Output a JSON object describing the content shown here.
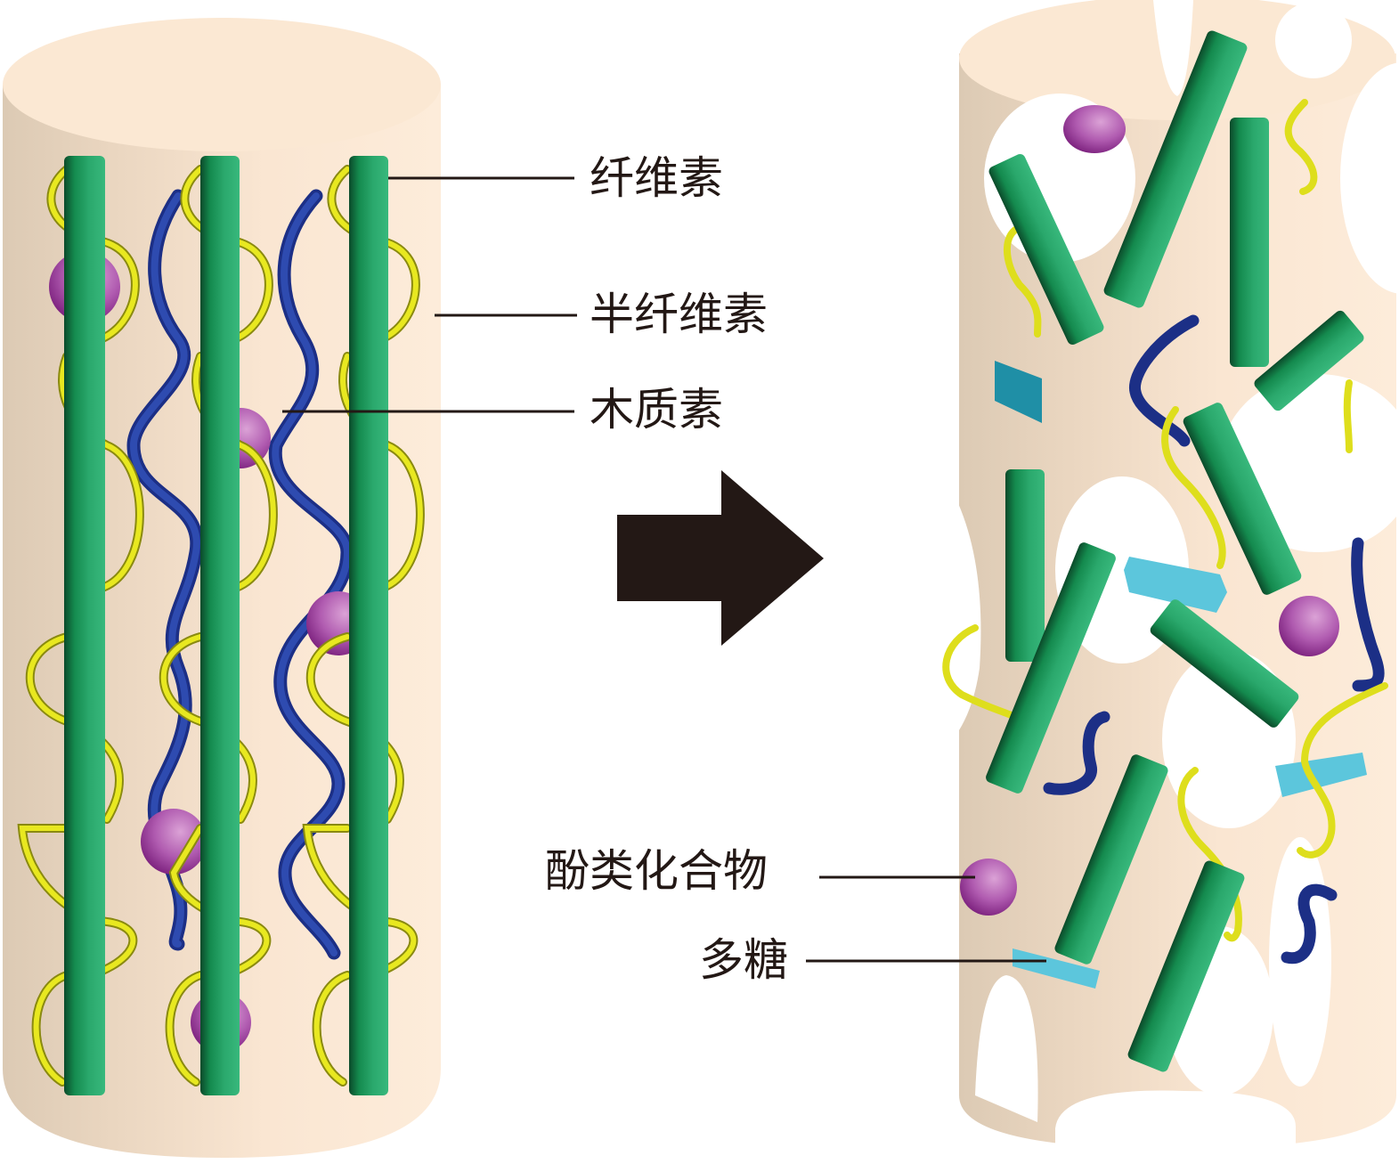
{
  "diagram": {
    "title": "Lignocellulose structure before and after degradation",
    "before_panel": "intact-fiber",
    "after_panel": "degraded-fiber",
    "arrow": "right-arrow"
  },
  "labels": {
    "cellulose": "纤维素",
    "hemicellulose": "半纤维素",
    "lignin": "木质素",
    "phenolics": "酚类化合物",
    "polysaccharide": "多糖"
  },
  "colors": {
    "cylinder_body": "#f6e4d0",
    "cylinder_top": "#fbe9d4",
    "cellulose": "#2aa46a",
    "hemicellulose": "#e6e61e",
    "lignin": "#2a3f9e",
    "phenolics": "#b357b0",
    "polysaccharide": "#5cc6dc",
    "arrow": "#231815",
    "leader_line": "#231815"
  }
}
